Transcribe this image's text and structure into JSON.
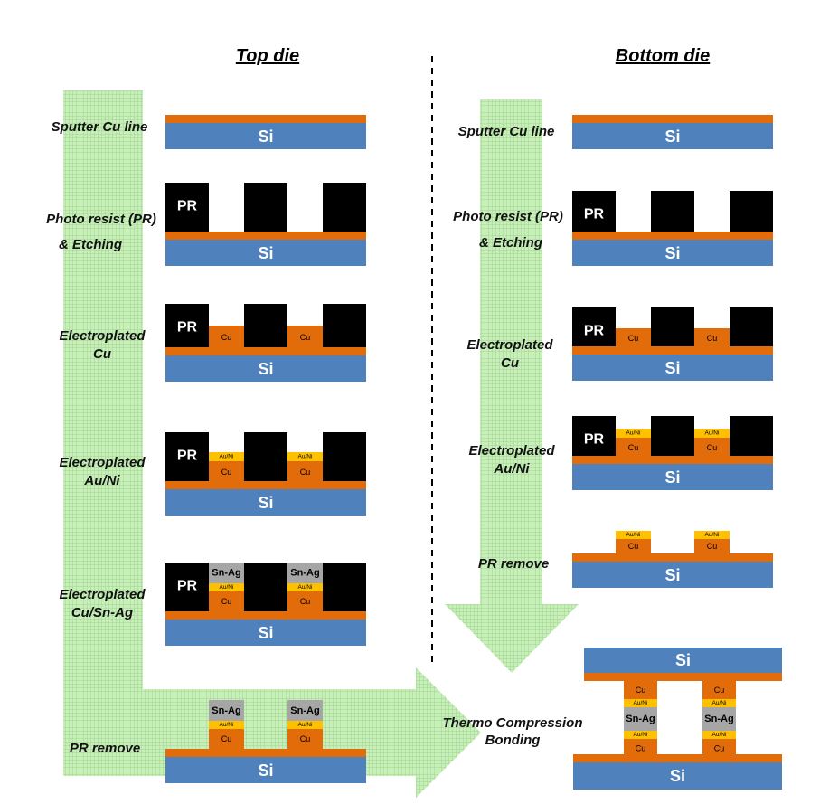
{
  "headers": {
    "top_die": "Top die",
    "bottom_die": "Bottom die"
  },
  "top_steps": {
    "s1": "Sputter Cu line",
    "s2_line1": "Photo resist (PR)",
    "s2_line2": "& Etching",
    "s3_line1": "Electroplated",
    "s3_line2": "Cu",
    "s4_line1": "Electroplated",
    "s4_line2": "Au/Ni",
    "s5_line1": "Electroplated",
    "s5_line2": "Cu/Sn-Ag",
    "s6": "PR remove"
  },
  "bottom_steps": {
    "s1": "Sputter Cu line",
    "s2_line1": "Photo resist (PR)",
    "s2_line2": "& Etching",
    "s3_line1": "Electroplated",
    "s3_line2": "Cu",
    "s4_line1": "Electroplated",
    "s4_line2": "Au/Ni",
    "s5": "PR remove"
  },
  "bonding": {
    "line1": "Thermo Compression",
    "line2": "Bonding"
  },
  "labels": {
    "si": "Si",
    "pr": "PR",
    "cu": "Cu",
    "auni": "Au/Ni",
    "snag": "Sn-Ag"
  },
  "colors": {
    "si": "#4f81bd",
    "cu": "#e36c0a",
    "pr": "#000000",
    "auni": "#ffc000",
    "snag": "#a6a6a6",
    "arrow": "#b7e6a5",
    "arrow_grid": "#8fd27a"
  }
}
